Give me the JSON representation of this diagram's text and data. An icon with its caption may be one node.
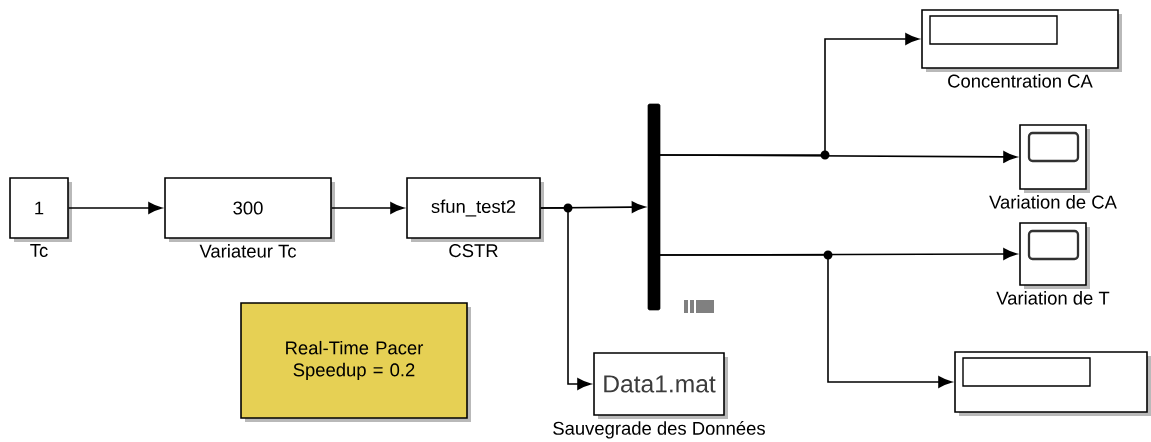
{
  "diagram": {
    "nodes": [
      {
        "text": [
          "1"
        ],
        "beside": [
          "Tc"
        ]
      },
      {
        "text": [
          "300"
        ],
        "beside": [
          "Variateur Tc"
        ]
      },
      {
        "text": [
          "sfun_test2"
        ],
        "beside": [
          "CSTR"
        ]
      },
      {
        "text": [],
        "shape": "bar"
      },
      {
        "text": [
          "Data1.mat"
        ],
        "beside": [
          "Sauvegrade des Données"
        ]
      },
      {
        "text": [],
        "shape": "box",
        "beside": [
          "Concentration CA"
        ]
      },
      {
        "text": [],
        "shape": "box",
        "beside": [
          "Variation de CA"
        ]
      },
      {
        "text": [],
        "shape": "box",
        "beside": [
          "Variation de T"
        ]
      },
      {
        "text": [],
        "shape": "box"
      },
      {
        "text": [
          "Real-Time Pacer Speedup = 0.2"
        ]
      }
    ],
    "edges": [
      {
        "from": 0,
        "to": 1,
        "arrow": "to"
      },
      {
        "from": 1,
        "to": 2,
        "arrow": "to"
      },
      {
        "from": 2,
        "to": 3,
        "arrow": "to"
      },
      {
        "from": 2,
        "to": 4,
        "arrow": "to"
      },
      {
        "from": 3,
        "to": 5,
        "arrow": "to"
      },
      {
        "from": 3,
        "to": 6,
        "arrow": "to"
      },
      {
        "from": 3,
        "to": 7,
        "arrow": "to"
      },
      {
        "from": 3,
        "to": 8,
        "arrow": "to"
      }
    ]
  }
}
